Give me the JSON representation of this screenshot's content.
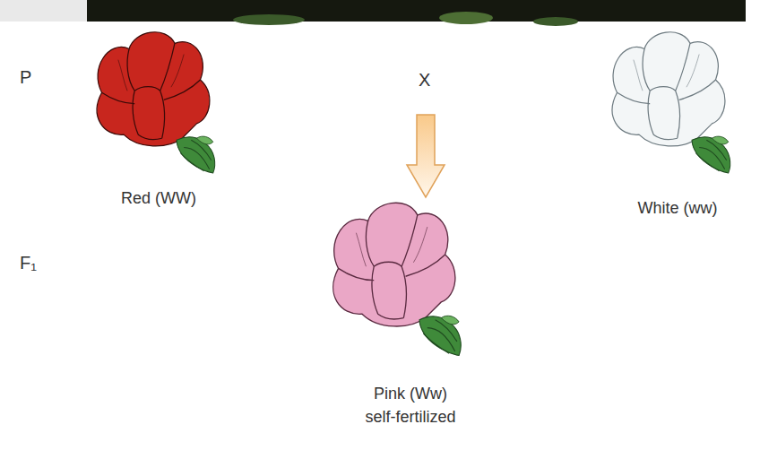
{
  "diagram": {
    "nodes": [
      {
        "text": [
          "Red (WW)"
        ]
      },
      {
        "text": [
          "White (ww)"
        ]
      },
      {
        "text": [
          "Pink (Ww) self-fertilized"
        ]
      }
    ],
    "labels": [
      "P",
      "X",
      "F₁"
    ]
  }
}
